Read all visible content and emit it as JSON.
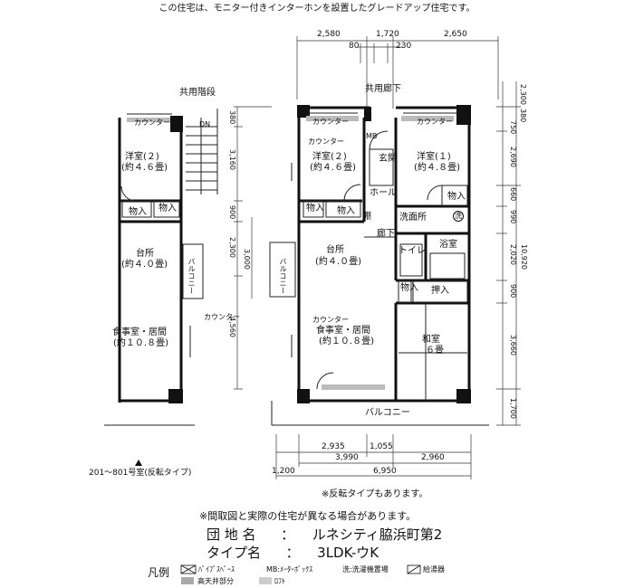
{
  "top_note": "この住宅は、モニター付きインターホンを設置したグレードアップ住宅です。",
  "dims": {
    "top": [
      "2,580",
      "1,720",
      "2,650",
      "80",
      "230"
    ],
    "right_a": [
      "2,300",
      "380",
      "750",
      "2,690",
      "660",
      "990",
      "2,020",
      "900",
      "3,660",
      "1,700"
    ],
    "right_total": "10,920",
    "left": [
      "380",
      "3,160",
      "900",
      "2,300",
      "3,000",
      "4,560"
    ],
    "bottom": [
      "2,935",
      "1,055",
      "3,990",
      "2,960",
      "1,200",
      "6,950"
    ]
  },
  "rooms": {
    "corridor": "共用廊下",
    "stairs": "共用階段",
    "dn": "DN",
    "western2_name": "洋室(２)",
    "western2_size": "(約４.６畳)",
    "western1_name": "洋室(１)",
    "western1_size": "(約４.８畳)",
    "kitchen_name": "台所",
    "kitchen_size": "(約４.０畳)",
    "living_name": "食事室・居間",
    "living_size": "(約１０.８畳)",
    "japanese_name": "和室",
    "japanese_size": "６畳",
    "entrance": "玄関",
    "hall": "ホール",
    "washroom": "洗面所",
    "bath": "浴室",
    "toilet": "トイレ",
    "hallway": "廊下",
    "storage": "物入",
    "closet": "押入",
    "shelf": "棚",
    "counter": "カウンター",
    "mb": "MB",
    "balcony": "バルコニー",
    "washer": "洗"
  },
  "left_caption": "201～801号室(反転タイプ)",
  "reverse_note": "※反転タイプもあります。",
  "disclaimer": "※間取図と実際の住宅が異なる場合があります。",
  "info": {
    "complex_label": "団 地 名",
    "complex_value": "ルネシティ脇浜町第2",
    "type_label": "タイプ名",
    "type_value": "3LDK-ウK",
    "sep": "："
  },
  "legend": {
    "title": "凡例",
    "items": [
      "ﾊﾟｲﾌﾟｽﾍﾟｰｽ",
      "MB:ﾒｰﾀｰﾎﾞｯｸｽ",
      "洗:洗濯機置場",
      "給湯器",
      "高天井部分",
      "ﾛﾌﾄ"
    ]
  },
  "colors": {
    "wall": "#111111",
    "line": "#222222",
    "fill_gray": "#bbbbbb"
  }
}
